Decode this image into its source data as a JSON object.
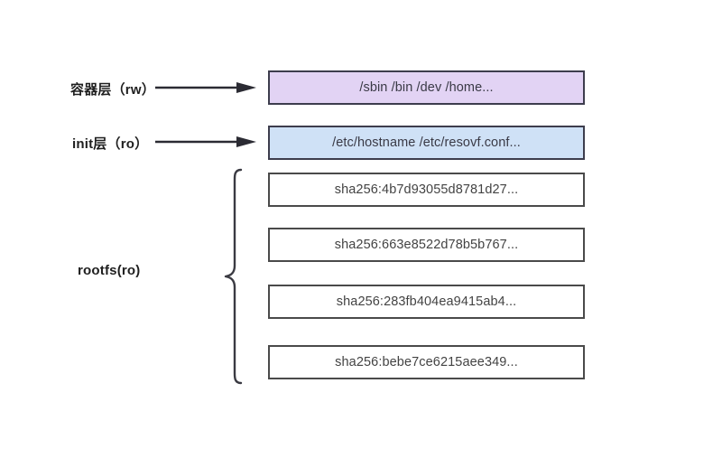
{
  "diagram": {
    "title": "container-filesystem-layers",
    "labels": {
      "container_layer": "容器层（rw）",
      "init_layer": "init层（ro）",
      "rootfs": "rootfs(ro)"
    },
    "colors": {
      "container_layer_fill": "#e2d3f4",
      "init_layer_fill": "#cfe1f6",
      "hash_layer_fill": "#ffffff",
      "border": "#3f3f4a",
      "text": "#434343",
      "background": "#ffffff"
    },
    "layers": [
      {
        "id": "container-layer",
        "kind": "rw",
        "text": "/sbin /bin /dev /home..."
      },
      {
        "id": "init-layer",
        "kind": "ro-init",
        "text": "/etc/hostname /etc/resovf.conf..."
      },
      {
        "id": "rootfs-layer-1",
        "kind": "hash",
        "text": "sha256:4b7d93055d8781d27..."
      },
      {
        "id": "rootfs-layer-2",
        "kind": "hash",
        "text": "sha256:663e8522d78b5b767..."
      },
      {
        "id": "rootfs-layer-3",
        "kind": "hash",
        "text": "sha256:283fb404ea9415ab4..."
      },
      {
        "id": "rootfs-layer-4",
        "kind": "hash",
        "text": "sha256:bebe7ce6215aee349..."
      }
    ],
    "connectors": [
      {
        "id": "arrow-container-layer",
        "icon": "arrow-right-icon"
      },
      {
        "id": "arrow-init-layer",
        "icon": "arrow-right-icon"
      },
      {
        "id": "rootfs-brace",
        "icon": "curly-brace-icon"
      }
    ]
  }
}
